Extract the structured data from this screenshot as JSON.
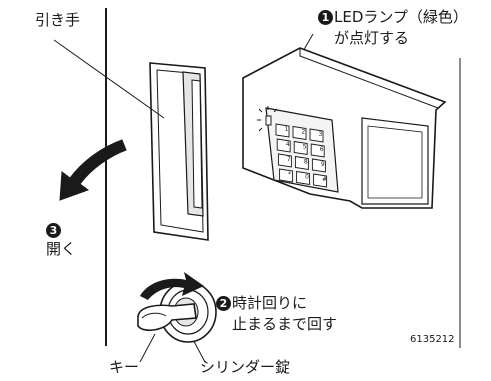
{
  "labels": {
    "pull_handle": "引き手",
    "step1_number": "1",
    "step1_line1": "LEDランプ（緑色）",
    "step1_line2": "が点灯する",
    "step3_number": "3",
    "step3_text": "開く",
    "step2_number": "2",
    "step2_line1": "時計回りに",
    "step2_line2": "止まるまで回す",
    "figure_code": "6135212",
    "key": "キー",
    "cylinder_lock": "シリンダー錠"
  },
  "keypad_keys": [
    "1",
    "2",
    "3",
    "4",
    "5",
    "6",
    "7",
    "8",
    "9",
    "*",
    "0",
    "#"
  ],
  "colors": {
    "ink": "#1a1a1a",
    "paper": "#ffffff",
    "shade": "#e6e6e6"
  }
}
